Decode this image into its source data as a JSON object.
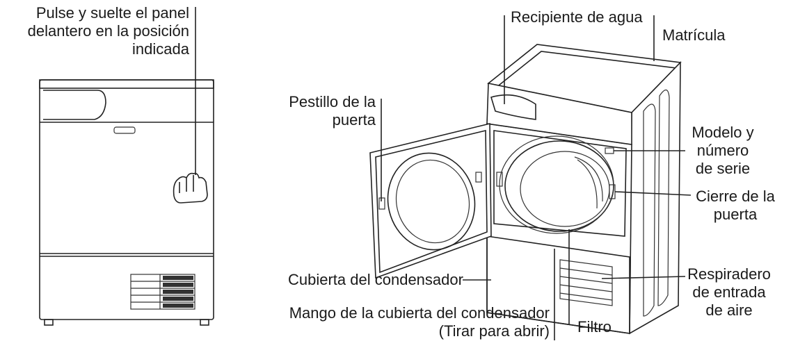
{
  "labels": {
    "front_panel": [
      "Pulse y suelte el panel",
      "delantero en la posición",
      "indicada"
    ],
    "water_container": "Recipiente de agua",
    "rating_plate": "Matrícula",
    "door_latch": [
      "Pestillo de la",
      "puerta"
    ],
    "model_serial": [
      "Modelo y",
      "número",
      "de serie"
    ],
    "door_lock": [
      "Cierre de la",
      "puerta"
    ],
    "condenser_cover": "Cubierta del condensador",
    "condenser_handle": [
      "Mango de la cubierta del condensador",
      "(Tirar para abrir)"
    ],
    "filter": "Filtro",
    "air_vent": [
      "Respiradero",
      "de entrada",
      "de aire"
    ]
  }
}
